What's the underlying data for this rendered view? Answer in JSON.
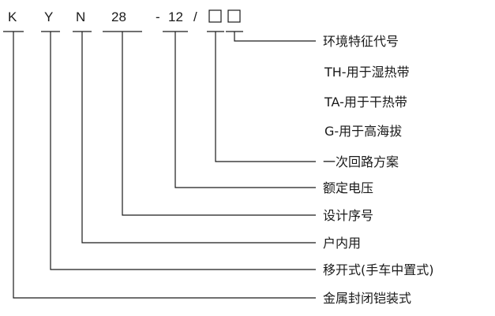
{
  "code": {
    "k": "K",
    "y": "Y",
    "n": "N",
    "num": "28",
    "dash": "-",
    "rated": "12",
    "slash": "/"
  },
  "labels": {
    "environment_code": "环境特征代号",
    "th": "TH-用于湿热带",
    "ta": "TA-用于干热带",
    "g": "G-用于高海拔",
    "primary_circuit": "一次回路方案",
    "rated_voltage": "额定电压",
    "design_serial": "设计序号",
    "indoor": "户内用",
    "withdrawable": "移开式(手车中置式)",
    "metal_enclosed": "金属封闭铠装式"
  }
}
